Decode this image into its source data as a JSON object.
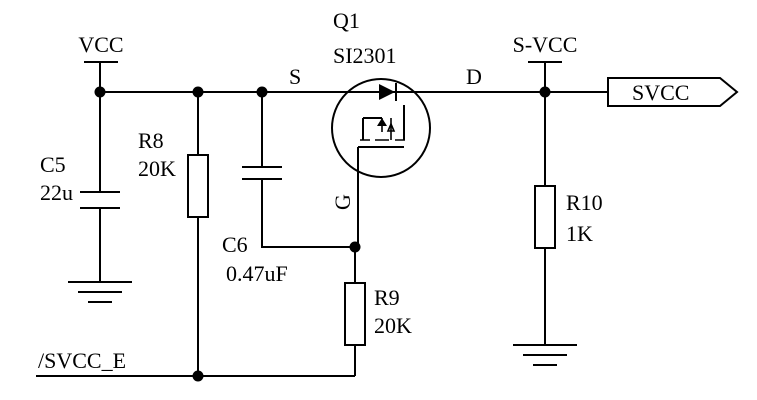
{
  "labels": {
    "q1_ref": "Q1",
    "q1_part": "SI2301",
    "vcc": "VCC",
    "s_vcc": "S-VCC",
    "source": "S",
    "drain": "D",
    "gate": "G",
    "svcc_port": "SVCC",
    "svcc_e": "/SVCC_E",
    "c5_ref": "C5",
    "c5_val": "22u",
    "r8_ref": "R8",
    "r8_val": "20K",
    "c6_ref": "C6",
    "c6_val": "0.47uF",
    "r9_ref": "R9",
    "r9_val": "20K",
    "r10_ref": "R10",
    "r10_val": "1K"
  }
}
